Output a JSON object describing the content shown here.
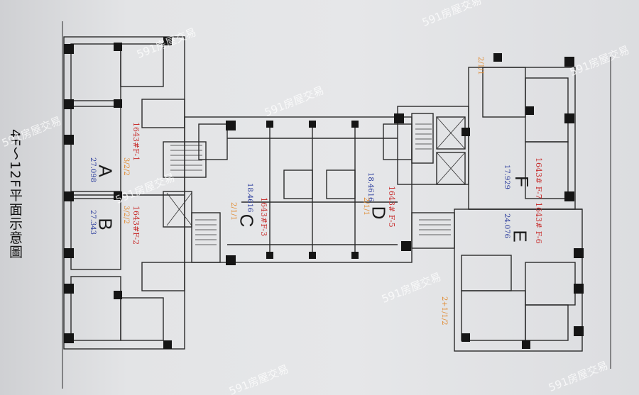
{
  "title": "4F～12F平面示意圖",
  "units": [
    {
      "letter": "A",
      "code": "1643#F-1",
      "area": "27.098",
      "layout": "3/2/2"
    },
    {
      "letter": "B",
      "code": "1643#F-2",
      "area": "27.343",
      "layout": "3/2/2"
    },
    {
      "letter": "C",
      "code": "1643#F-3",
      "area": "18.4616",
      "layout": "2/1/1"
    },
    {
      "letter": "D",
      "code": "1643# F-5",
      "area": "18.4616",
      "layout": "2/1/1"
    },
    {
      "letter": "E",
      "code": "1643# F-6",
      "area": "24.076",
      "layout": "2+1/1/2"
    },
    {
      "letter": "F",
      "code": "1643# F-7",
      "area": "17.929",
      "layout": "2/1/1"
    }
  ],
  "watermark": "591房屋交易",
  "colors": {
    "code": "#c8302f",
    "area": "#2a3c9c",
    "layout": "#e0892e",
    "wall": "#1a1a1a"
  }
}
